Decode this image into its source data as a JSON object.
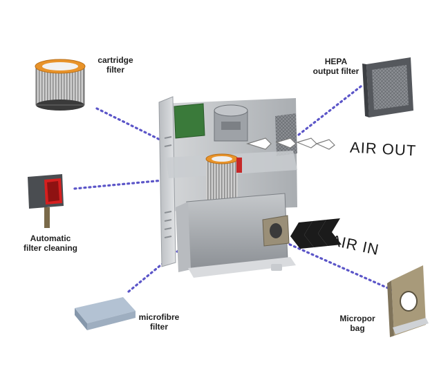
{
  "labels": {
    "cartridge_filter": [
      "cartridge",
      "filter"
    ],
    "hepa_filter": [
      "HEPA",
      "output filter"
    ],
    "automatic_cleaning": [
      "Automatic",
      "filter cleaning"
    ],
    "microfibre_filter": [
      "microfibre",
      "filter"
    ],
    "micropor_bag": [
      "Micropor",
      "bag"
    ],
    "air_out": "AIR OUT",
    "air_in": "AIR IN"
  },
  "colors": {
    "leader_line": "#5b55c8",
    "cartridge_rim": "#e8932a",
    "cleaner_red": "#d61f1f",
    "filter_green": "#3a7a3a"
  }
}
